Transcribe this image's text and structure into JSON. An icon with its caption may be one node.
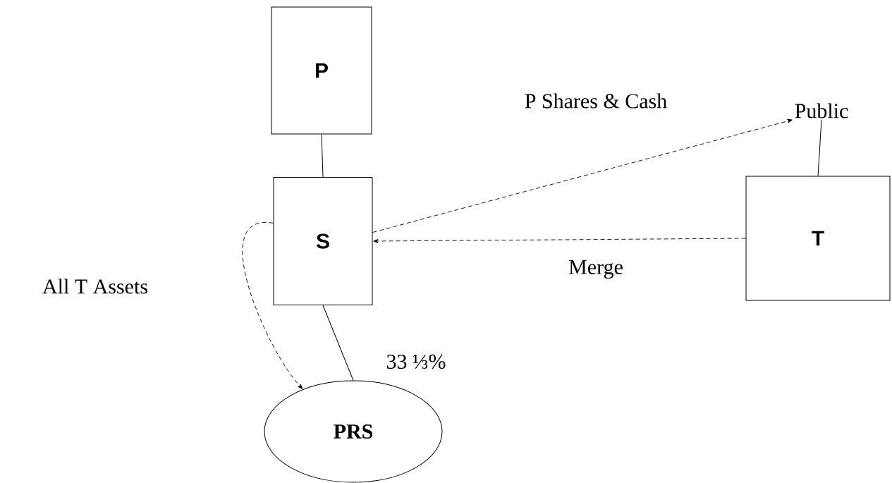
{
  "diagram": {
    "nodes": [
      {
        "text": [
          "P"
        ]
      },
      {
        "text": [
          "S"
        ]
      },
      {
        "text": [
          "T"
        ]
      },
      {
        "text": [
          "Public"
        ]
      },
      {
        "text": [
          "PRS"
        ]
      }
    ],
    "edges": [
      {
        "from": 0,
        "to": 1,
        "arrow": "none"
      },
      {
        "from": 1,
        "to": 3,
        "arrow": "to",
        "style": "dashed",
        "label": "P Shares & Cash"
      },
      {
        "from": 2,
        "to": 1,
        "arrow": "to",
        "style": "dashed",
        "label": "Merge"
      },
      {
        "from": 3,
        "to": 2,
        "arrow": "none"
      },
      {
        "from": 1,
        "to": 4,
        "arrow": "to",
        "style": "dashed",
        "label": "All T Assets"
      },
      {
        "from": 1,
        "to": 4,
        "arrow": "none",
        "label": "33 ⅓%"
      }
    ]
  }
}
